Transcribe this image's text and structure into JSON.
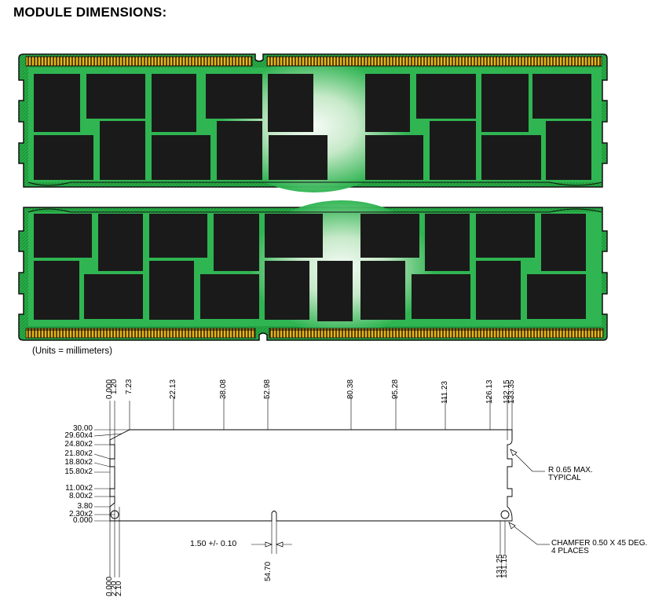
{
  "title": "MODULE DIMENSIONS:",
  "units_note": "(Units = millimeters)",
  "colors": {
    "pcb_green": "#22b14c",
    "pcb_edge": "#0f7a2a",
    "gold_pin": "#d4a514",
    "chip": "#1b1a1a",
    "drawing_line": "#000000"
  },
  "dims_top": [
    "0.000",
    "1.20",
    "7.23",
    "22.13",
    "38.08",
    "52.98",
    "80.38",
    "95.28",
    "111.23",
    "126.13",
    "132.15",
    "133.35"
  ],
  "dims_left": [
    "30.00",
    "29.60x4",
    "24.80x2",
    "21.80x2",
    "18.80x2",
    "15.80x2",
    "11.00x2",
    "8.00x2",
    "3.80",
    "2.30x2",
    "0.000"
  ],
  "dims_bottom_left": [
    "0.000",
    "2.20",
    "2.10"
  ],
  "dims_bottom_notch": "54.70",
  "dims_bottom_right": [
    "131.25",
    "131.15"
  ],
  "tolerance_label": "1.50 +/- 0.10",
  "radius_note": [
    "R 0.65 MAX.",
    "TYPICAL"
  ],
  "chamfer_note": [
    "CHAMFER 0.50 X 45 DEG.",
    "4 PLACES"
  ]
}
